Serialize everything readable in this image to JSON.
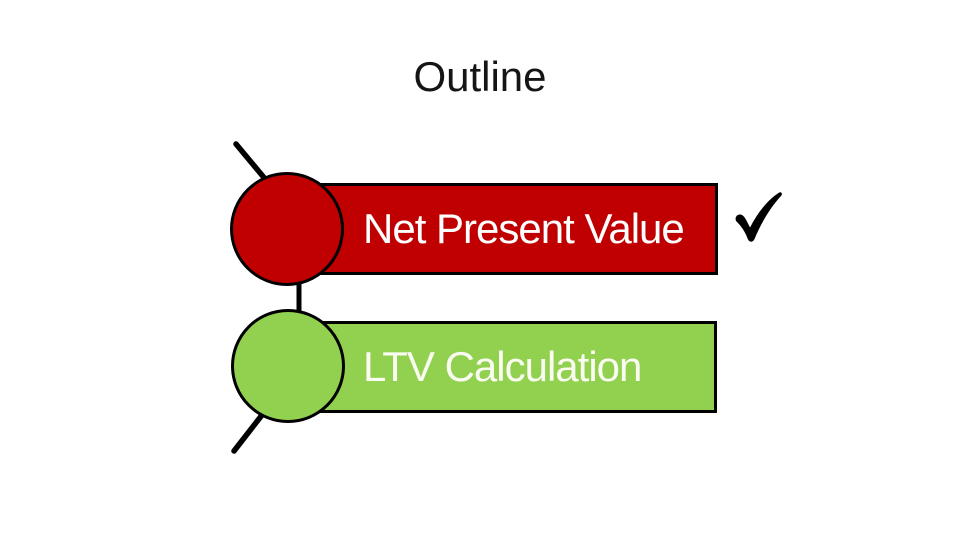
{
  "slide": {
    "title": "Outline",
    "background_color": "#FFFFFF",
    "shape_outline_color": "#000000",
    "connector_color": "#000000",
    "outline_items": [
      {
        "label": "Net Present Value",
        "fill_color": "#C00000",
        "text_color": "#FFFFFF",
        "completed": true,
        "status_icon": "check-mark"
      },
      {
        "label": "LTV Calculation",
        "fill_color": "#92D050",
        "text_color": "#FAFCF2",
        "completed": false,
        "status_icon": ""
      }
    ],
    "check_icon_color": "#000000"
  }
}
